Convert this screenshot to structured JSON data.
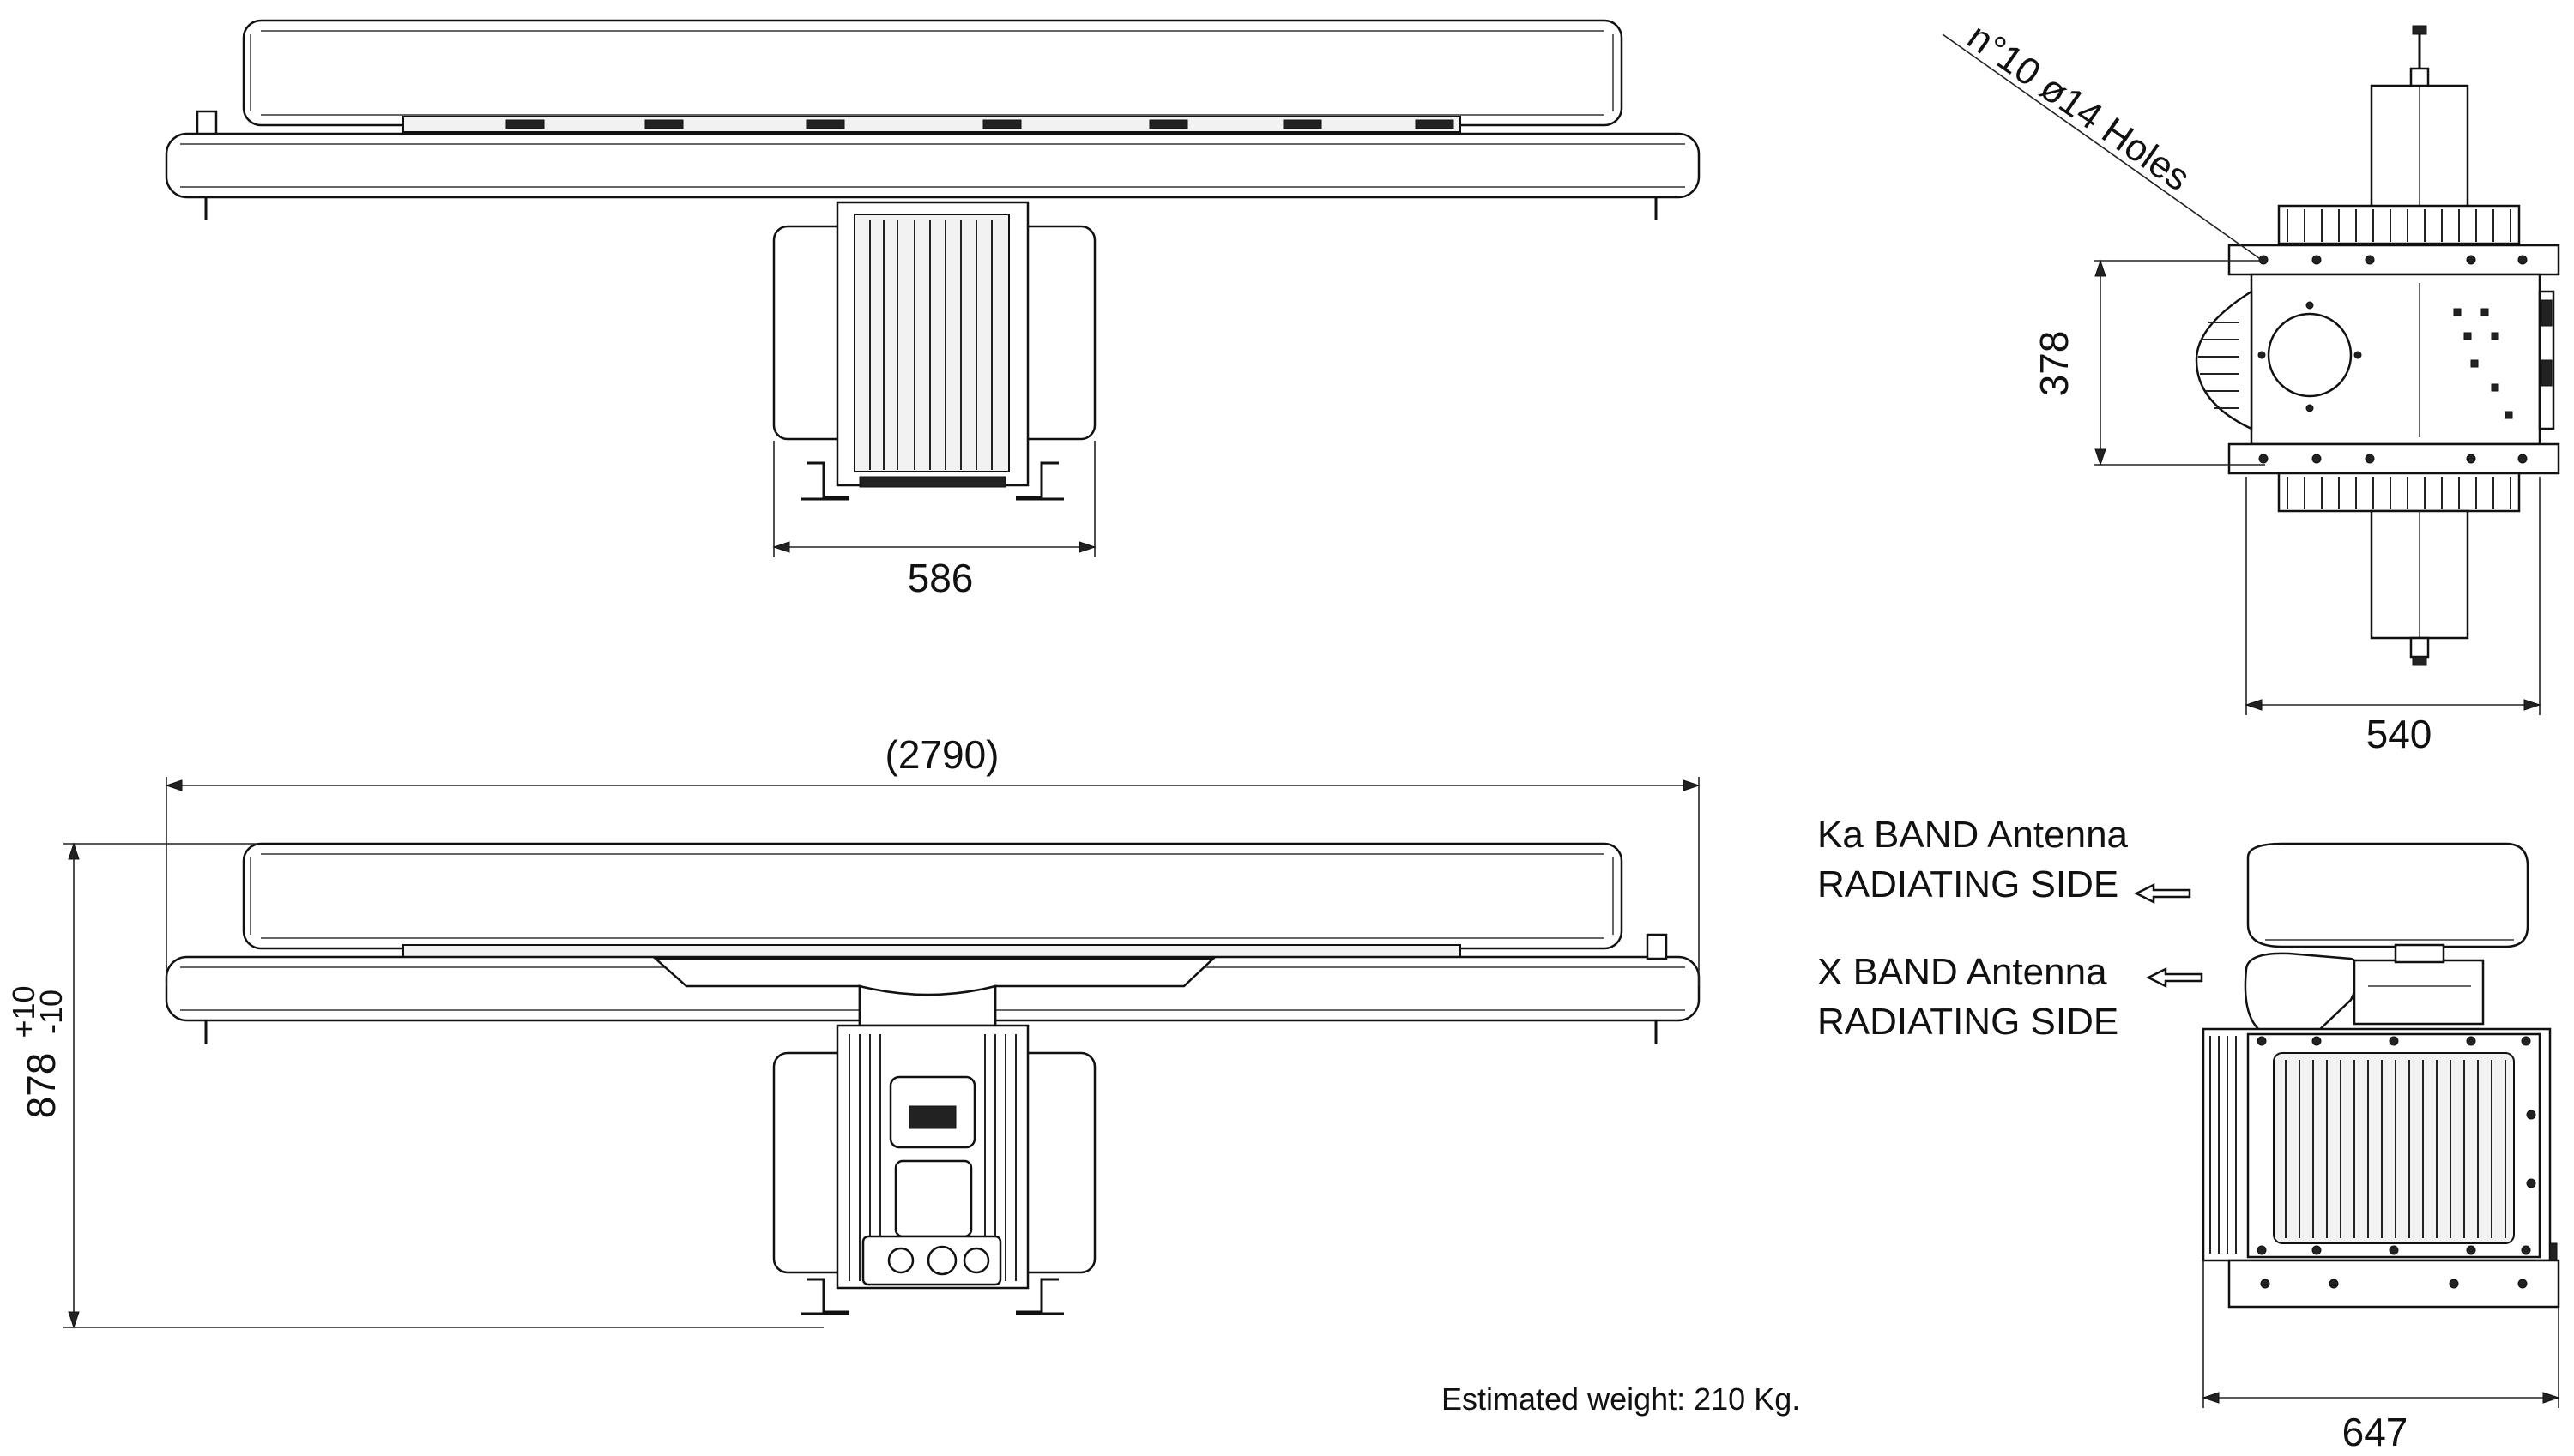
{
  "dimensions": {
    "front_width": "586",
    "overall_length": "(2790)",
    "height_value": "878",
    "height_tol_upper": "+10",
    "height_tol_lower": "-10",
    "top_depth": "378",
    "top_width": "540",
    "side_width": "647"
  },
  "annotations": {
    "holes": "n°10 ø14 Holes",
    "ka_line1": "Ka BAND Antenna",
    "ka_line2": "RADIATING SIDE",
    "x_line1": "X BAND Antenna",
    "x_line2": "RADIATING SIDE",
    "weight": "Estimated weight: 210 Kg."
  },
  "colors": {
    "line": "#111111",
    "fill": "#ffffff",
    "shade": "#f2f2f2"
  }
}
